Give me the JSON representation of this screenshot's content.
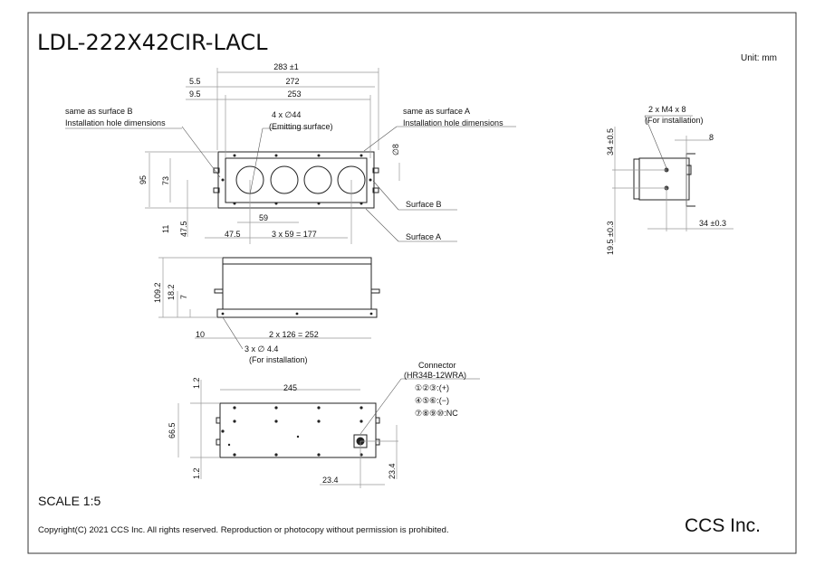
{
  "title": "LDL-222X42CIR-LACL",
  "unit": "Unit: mm",
  "scale": "SCALE 1:5",
  "copyright": "Copyright(C) 2021 CCS Inc. All rights reserved. Reproduction or photocopy without permission is prohibited.",
  "company": "CCS Inc.",
  "front_view": {
    "dim_overall": "283 ±1",
    "dim_272": "272",
    "dim_253": "253",
    "dim_5_5": "5.5",
    "dim_9_5": "9.5",
    "dim_95": "95",
    "dim_73": "73",
    "dim_11": "11",
    "dim_47_5_v": "47.5",
    "dim_59": "59",
    "dim_47_5_h": "47.5",
    "dim_pitch": "3 x 59 = 177",
    "dim_phi8": "∅8",
    "note_left_1": "same as surface B",
    "note_left_2": "Installation hole dimensions",
    "note_right_1": "same as surface A",
    "note_right_2": "Installation hole dimensions",
    "emit_1": "4 x ∅44",
    "emit_2": "(Emitting  surface)",
    "surface_b": "Surface B",
    "surface_a": "Surface A"
  },
  "side_view": {
    "dim_109_2": "109.2",
    "dim_18_2": "18.2",
    "dim_7": "7",
    "dim_10": "10",
    "dim_pitch": "2 x 126 = 252",
    "hole_1": "3 x ∅ 4.4",
    "hole_2": "(For installation)"
  },
  "bottom_view": {
    "dim_245": "245",
    "dim_1_2_top": "1.2",
    "dim_66_5": "66.5",
    "dim_1_2_bottom": "1.2",
    "dim_23_4_h": "23.4",
    "dim_23_4_v": "23.4",
    "connector_1": "Connector",
    "connector_2": "(HR34B-12WRA)",
    "pins_1": "①②③:(+)",
    "pins_2": "④⑤⑥:(−)",
    "pins_3": "⑦⑧⑨⑩:NC"
  },
  "right_view": {
    "screw_1": "2 x M4 x 8",
    "screw_2": "(For installation)",
    "dim_34_v": "34 ±0.5",
    "dim_8": "8",
    "dim_19_5": "19.5 ±0.3",
    "dim_34_h": "34 ±0.3"
  }
}
